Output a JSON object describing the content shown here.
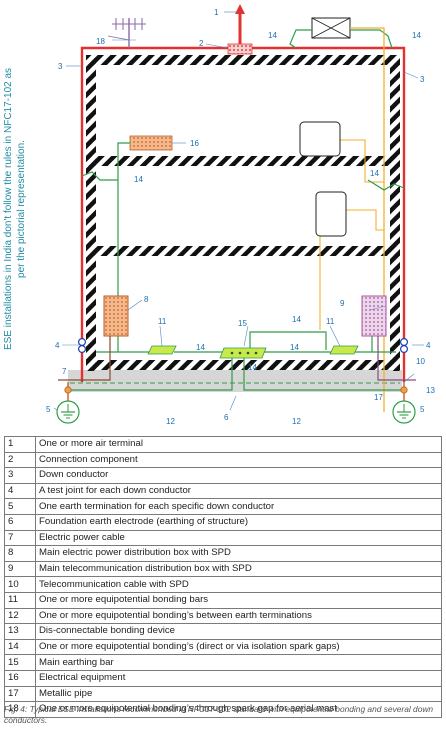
{
  "diagram": {
    "side_note": "ESE installations in India don't follow the rules in NFC17-102 as per the pictorial representation.",
    "callouts": {
      "c1": "1",
      "c2": "2",
      "c3a": "3",
      "c3b": "3",
      "c4a": "4",
      "c4b": "4",
      "c5a": "5",
      "c5b": "5",
      "c6": "6",
      "c7": "7",
      "c8": "8",
      "c9": "9",
      "c10": "10",
      "c11a": "11",
      "c11b": "11",
      "c12a": "12",
      "c12b": "12",
      "c13": "13",
      "c14a": "14",
      "c14b": "14",
      "c14c": "14",
      "c14d": "14",
      "c14e": "14",
      "c14f": "14",
      "c14g": "14",
      "c14h": "14",
      "c15": "15",
      "c16": "16",
      "c17": "17",
      "c18": "18"
    },
    "colors": {
      "down_conductor": "#e53030",
      "bonding": "#2e9e4a",
      "metal_pipe": "#f0b02a",
      "callout": "#1f6fb2",
      "hatch": "#111111"
    }
  },
  "legend": [
    {
      "num": "1",
      "text": "One or more air terminal"
    },
    {
      "num": "2",
      "text": "Connection component"
    },
    {
      "num": "3",
      "text": "Down conductor"
    },
    {
      "num": "4",
      "text": "A test joint for each down conductor"
    },
    {
      "num": "5",
      "text": "One earth termination for each specific down conductor"
    },
    {
      "num": "6",
      "text": "Foundation earth electrode (earthing of structure)"
    },
    {
      "num": "7",
      "text": "Electric power cable"
    },
    {
      "num": "8",
      "text": "Main electric power distribution box with SPD"
    },
    {
      "num": "9",
      "text": "Main telecommunication distribution box with SPD"
    },
    {
      "num": "10",
      "text": "Telecommunication cable with SPD"
    },
    {
      "num": "11",
      "text": "One or more equipotential bonding bars"
    },
    {
      "num": "12",
      "text": "One or more equipotential bonding’s between earth terminations"
    },
    {
      "num": "13",
      "text": "Dis-connectable bonding device"
    },
    {
      "num": "14",
      "text": "One or more equipotential bonding’s (direct or via isolation spark gaps)"
    },
    {
      "num": "15",
      "text": "Main earthing bar"
    },
    {
      "num": "16",
      "text": "Electrical equipment"
    },
    {
      "num": "17",
      "text": "Metallic pipe"
    },
    {
      "num": "18",
      "text": "One or more equipotential bonding’s through spark gap for aerial mast"
    }
  ],
  "caption": "Fig. 4: Typical ESE installations recommended in NFC17-102 standard  with equipotential bonding and several down conductors."
}
